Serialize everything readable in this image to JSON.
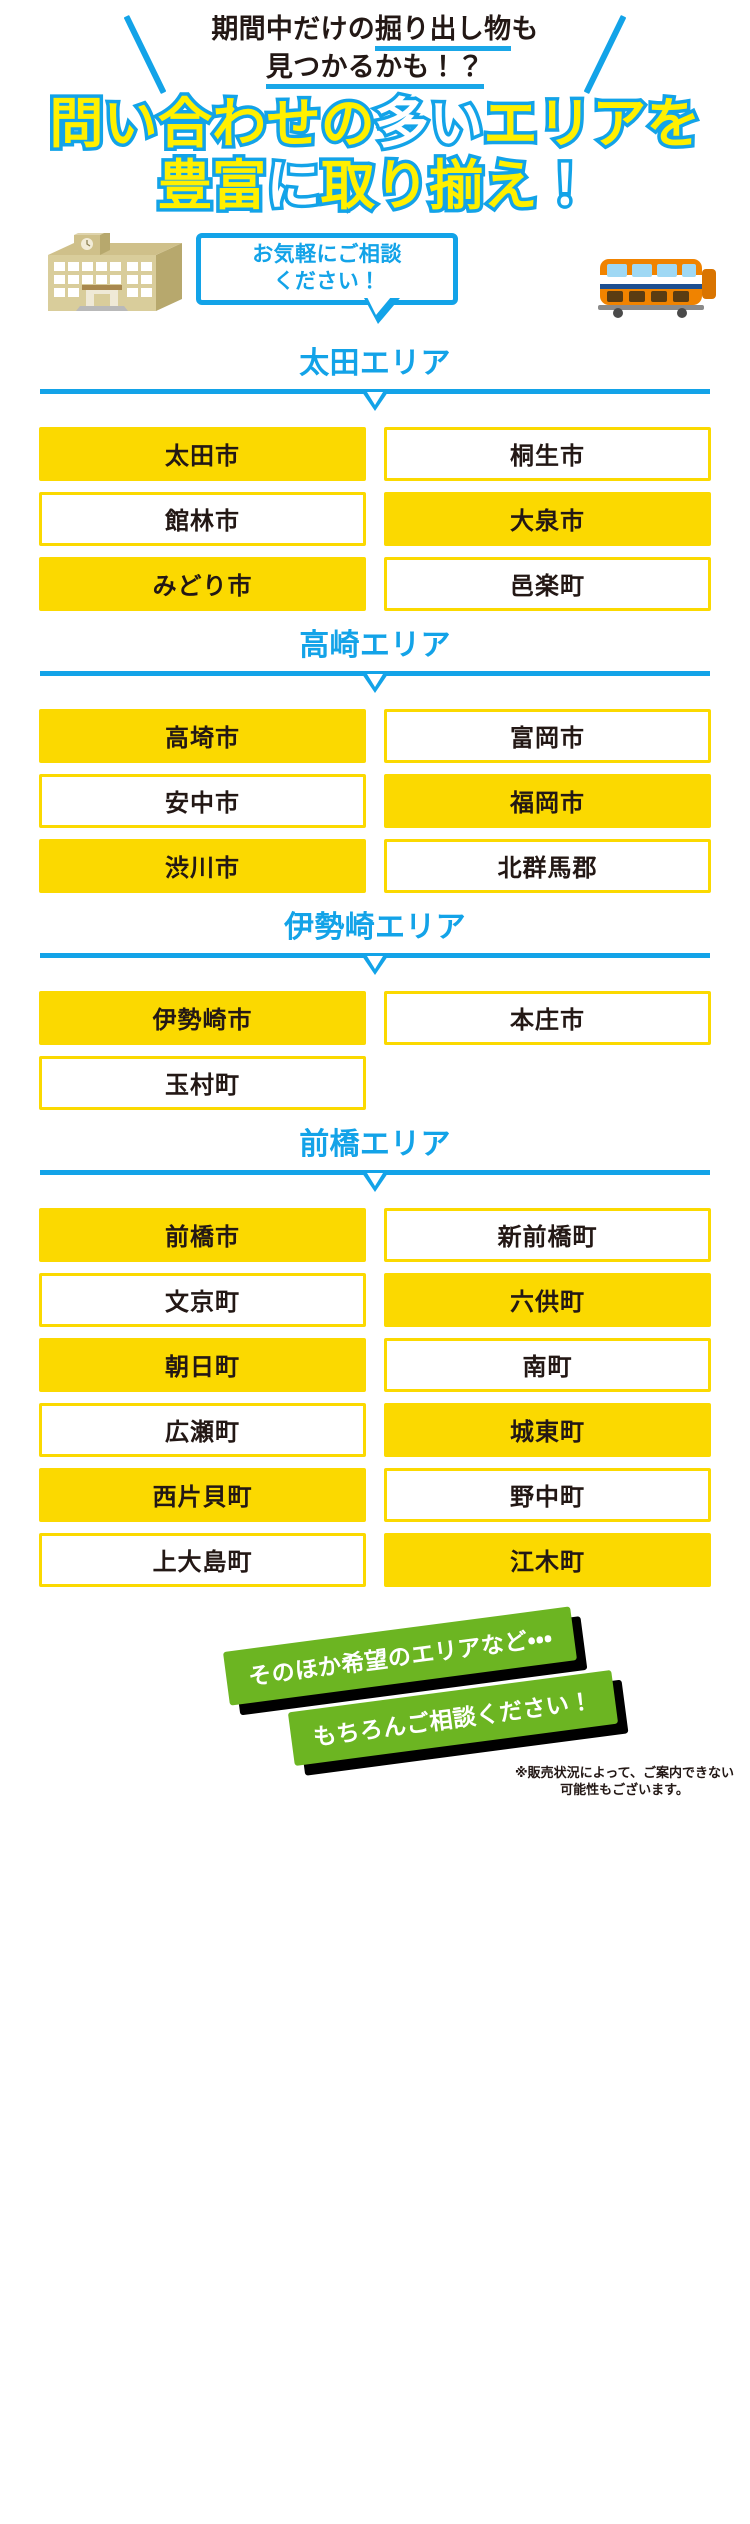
{
  "kicker": {
    "line1_plain": "期間中だけの",
    "line1_underlined": "掘り出し物",
    "line1_tail": "も",
    "line2_underlined": "見つかるかも！？",
    "slash_left_icon": "diagonal-slash-icon",
    "slash_right_icon": "diagonal-slash-icon"
  },
  "headline": {
    "line1_a": "問い合わせの",
    "line1_b": "多い",
    "line1_c": "エリアを",
    "line2_a": "豊富",
    "line2_b": "に",
    "line2_c": "取り揃え",
    "line2_d": "！"
  },
  "illustration": {
    "building_icon": "school-building-icon",
    "train_icon": "train-icon",
    "bubble": {
      "line1": "お気軽にご相談",
      "line2": "ください！"
    }
  },
  "colors": {
    "blue": "#13a3e8",
    "yellow": "#fbd900",
    "headline_yellow": "#fff000",
    "green": "#6cb522",
    "ink": "#231815",
    "white": "#ffffff"
  },
  "areas": [
    {
      "title": "太田エリア",
      "chips": [
        {
          "label": "太田市",
          "style": "filled"
        },
        {
          "label": "桐生市",
          "style": "outline"
        },
        {
          "label": "館林市",
          "style": "outline"
        },
        {
          "label": "大泉市",
          "style": "filled"
        },
        {
          "label": "みどり市",
          "style": "filled"
        },
        {
          "label": "邑楽町",
          "style": "outline"
        }
      ]
    },
    {
      "title": "高崎エリア",
      "chips": [
        {
          "label": "高埼市",
          "style": "filled"
        },
        {
          "label": "富岡市",
          "style": "outline"
        },
        {
          "label": "安中市",
          "style": "outline"
        },
        {
          "label": "福岡市",
          "style": "filled"
        },
        {
          "label": "渋川市",
          "style": "filled"
        },
        {
          "label": "北群馬郡",
          "style": "outline"
        }
      ]
    },
    {
      "title": "伊勢崎エリア",
      "chips": [
        {
          "label": "伊勢崎市",
          "style": "filled"
        },
        {
          "label": "本庄市",
          "style": "outline"
        },
        {
          "label": "玉村町",
          "style": "outline"
        }
      ]
    },
    {
      "title": "前橋エリア",
      "chips": [
        {
          "label": "前橋市",
          "style": "filled"
        },
        {
          "label": "新前橋町",
          "style": "outline"
        },
        {
          "label": "文京町",
          "style": "outline"
        },
        {
          "label": "六供町",
          "style": "filled"
        },
        {
          "label": "朝日町",
          "style": "filled"
        },
        {
          "label": "南町",
          "style": "outline"
        },
        {
          "label": "広瀬町",
          "style": "outline"
        },
        {
          "label": "城東町",
          "style": "filled"
        },
        {
          "label": "西片貝町",
          "style": "filled"
        },
        {
          "label": "野中町",
          "style": "outline"
        },
        {
          "label": "上大島町",
          "style": "outline"
        },
        {
          "label": "江木町",
          "style": "filled"
        }
      ]
    }
  ],
  "bottom": {
    "ribbon_line1": "そのほか希望のエリアなど・・・",
    "ribbon_line2": "もちろんご相談ください！",
    "disclaimer_line1": "※販売状況によって、ご案内できない",
    "disclaimer_line2": "可能性もございます。"
  }
}
